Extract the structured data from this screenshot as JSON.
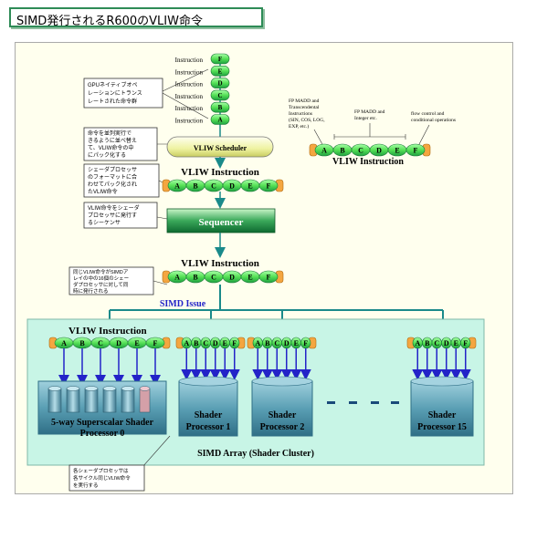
{
  "title": "SIMD発行されるR600のVLIW命令",
  "instruction_label": "Instruction",
  "slot_letters": [
    "F",
    "E",
    "D",
    "C",
    "B",
    "A"
  ],
  "vliw_letters": [
    "A",
    "B",
    "C",
    "D",
    "E",
    "F"
  ],
  "notes": {
    "gpu_native": [
      "GPUネイティブオペ",
      "レーションにトランス",
      "レートされた命令群"
    ],
    "reorder": [
      "命令を並列実行で",
      "きるように並べ替え",
      "て、VLIW命令の中",
      "にパック化する"
    ],
    "format": [
      "シェーダプロセッサ",
      "のフォーマットに合",
      "わせてパック化され",
      "たVLIW命令"
    ],
    "sequencer": [
      "VLIW命令をシェーダ",
      "プロセッサに発行す",
      "るシーケンサ"
    ],
    "simd": [
      "同じVLIW命令がSIMDア",
      "レイの中の16個のシェー",
      "ダプロセッサに対して同",
      "時に発行される"
    ],
    "each_cycle": [
      "各シェーダプロセッサは",
      "各サイクル同じVLIW命令",
      "を実行する"
    ]
  },
  "vliw_scheduler": "VLIW Scheduler",
  "vliw_instruction": "VLIW Instruction",
  "sequencer": "Sequencer",
  "simd_issue": "SIMD Issue",
  "simd_array": "SIMD Array (Shader Cluster)",
  "legend": {
    "fp_transcendental": [
      "FP MADD and",
      "Transcendental",
      "Instructions",
      "(SIN, COS, LOG,",
      "EXP, etc.)"
    ],
    "fp_integer": [
      "FP MADD and",
      "Integer etc."
    ],
    "flow_control": [
      "flow control and",
      "conditional operations"
    ],
    "vliw_instruction": "VLIW Instruction"
  },
  "processors": {
    "p0": [
      "5-way Superscalar Shader",
      "Processor 0"
    ],
    "p1": [
      "Shader",
      "Processor 1"
    ],
    "p2": [
      "Shader",
      "Processor 2"
    ],
    "p15": [
      "Shader",
      "Processor 15"
    ]
  },
  "colors": {
    "green_light": "#66ee66",
    "green_mid": "#2fbf55",
    "orange": "#f4a640",
    "teal": "#1a8a8a",
    "blue": "#2323c8",
    "simd_bg": "#c8f5e6",
    "processor": "#4a8fa4"
  }
}
